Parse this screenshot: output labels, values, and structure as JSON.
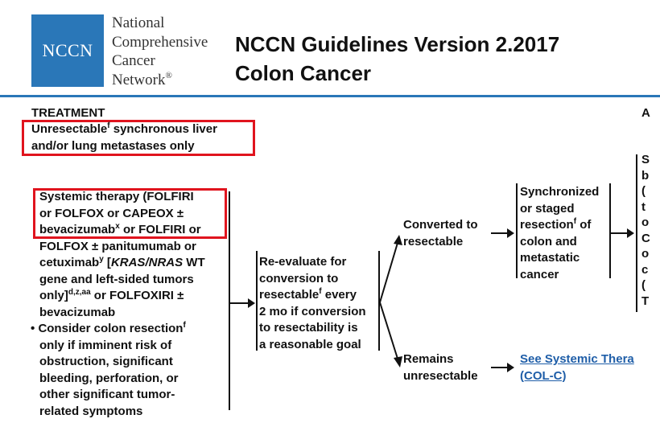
{
  "header": {
    "logo_text": "NCCN",
    "org_lines": [
      "National",
      "Comprehensive",
      "Cancer",
      "Network"
    ],
    "registered_mark": "®",
    "title_line1": "NCCN Guidelines Version 2.2017",
    "title_line2": "Colon Cancer"
  },
  "columns": {
    "treatment_heading": "TREATMENT",
    "right_heading_fragment": "A"
  },
  "condition": {
    "line1_pre": "Unresectable",
    "line1_sup": "f",
    "line1_post": " synchronous liver",
    "line2": "and/or lung metastases only"
  },
  "therapy": {
    "l1": "Systemic therapy (FOLFIRI",
    "l2": "or FOLFOX or CAPEOX ±",
    "l3_pre": "bevacizumab",
    "l3_sup": "x",
    "l3_post": " or FOLFIRI or",
    "l4": "FOLFOX ± panitumumab or",
    "l5_pre": "cetuximab",
    "l5_sup": "y",
    "l5_mid": " [",
    "l5_ital": "KRAS/NRAS",
    "l5_post": " WT",
    "l6": "gene and left-sided tumors",
    "l7_pre": "only]",
    "l7_sup": "d,z,aa",
    "l7_post": " or FOLFOXIRI ±",
    "l8": "bevacizumab",
    "bullet": "•",
    "c1_pre": "Consider colon resection",
    "c1_sup": "f",
    "c2": "only if imminent risk of",
    "c3": "obstruction, significant",
    "c4": "bleeding, perforation, or",
    "c5": "other significant tumor-",
    "c6": "related symptoms"
  },
  "reevaluate": {
    "l1": "Re-evaluate for",
    "l2": "conversion to",
    "l3_pre": "resectable",
    "l3_sup": "f",
    "l3_post": " every",
    "l4": "2 mo if conversion",
    "l5": "to resectability is",
    "l6": "a reasonable goal"
  },
  "converted": {
    "l1": "Converted to",
    "l2": "resectable"
  },
  "remains": {
    "l1": "Remains",
    "l2": "unresectable"
  },
  "synchronized": {
    "l1": "Synchronized",
    "l2": "or staged",
    "l3_pre": "resection",
    "l3_sup": "f",
    "l3_post": " of",
    "l4": "colon and",
    "l5": "metastatic",
    "l6": "cancer"
  },
  "see_systemic": {
    "l1": "See Systemic Thera",
    "l2": "(COL-C)"
  },
  "right_fragment": [
    "S",
    "b",
    "(",
    "t",
    "o",
    "C",
    "o",
    "c",
    "(",
    "T"
  ]
}
